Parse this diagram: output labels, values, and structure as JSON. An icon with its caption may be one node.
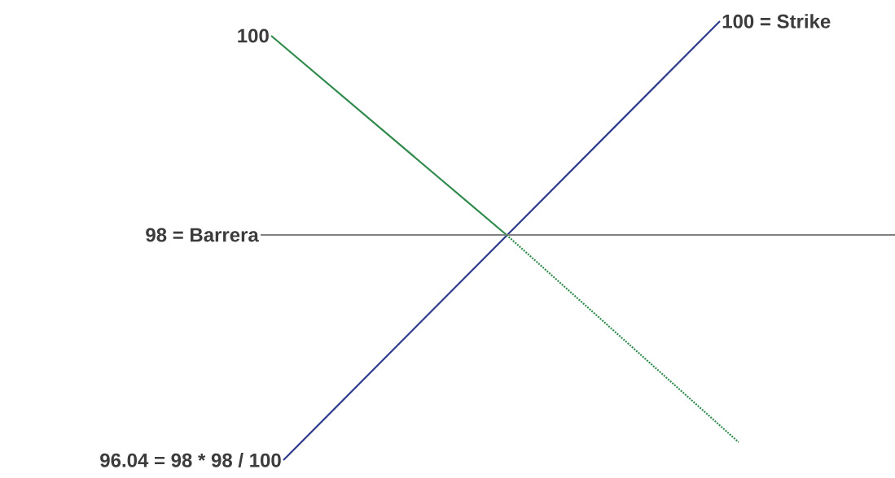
{
  "diagram": {
    "nodes": [
      {
        "text": [
          "100"
        ]
      },
      {
        "text": [
          "100 = Strike"
        ]
      },
      {
        "text": [
          "98 = Barrera"
        ]
      },
      {
        "text": [
          "96.04 = 98 * 98 / 100"
        ]
      }
    ],
    "edges": [
      {
        "from": 3,
        "to": 1,
        "arrow": "none",
        "color": "#2e3a8c"
      },
      {
        "from": 0,
        "to": null,
        "arrow": "none",
        "color": "#2f8a4c"
      },
      {
        "from": 2,
        "to": null,
        "arrow": "none",
        "color": "#808080"
      }
    ]
  }
}
